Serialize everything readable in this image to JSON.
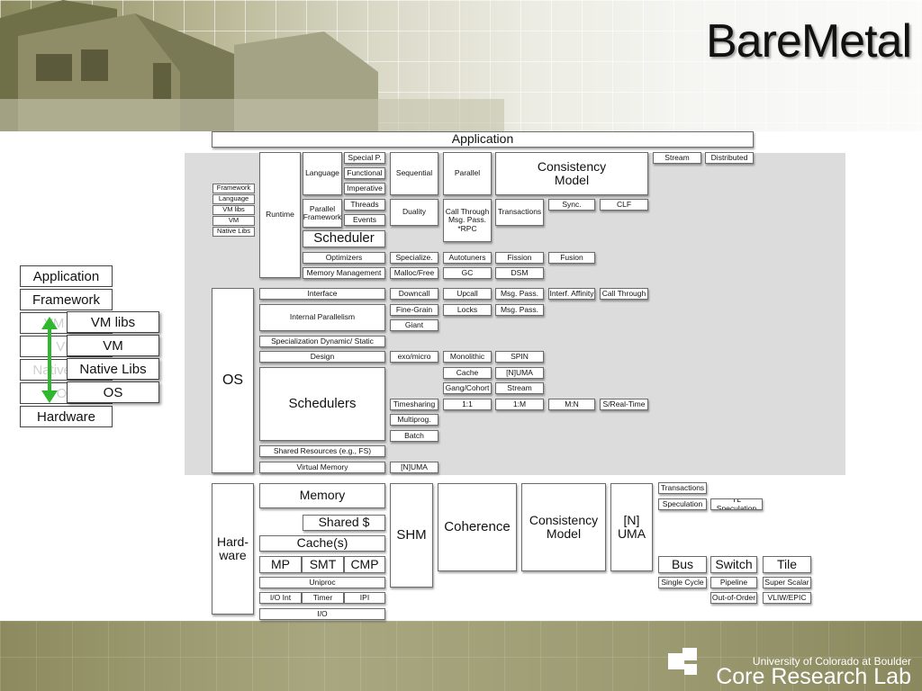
{
  "title": "BareMetal",
  "footer": {
    "university": "University of Colorado at Boulder",
    "lab": "Core Research Lab"
  },
  "application_bar": "Application",
  "runtime": {
    "label": "Runtime",
    "left_list": [
      "Framework",
      "Language",
      "VM libs",
      "VM",
      "Native Libs"
    ],
    "language": "Language",
    "special_p": "Special P.",
    "functional": "Functional",
    "imperative": "Imperative",
    "parallel_framework": "Parallel\nFramework",
    "threads": "Threads",
    "events": "Events",
    "scheduler": "Scheduler",
    "optimizers": "Optimizers",
    "memory_management": "Memory Management",
    "sequential": "Sequential",
    "parallel": "Parallel",
    "consistency_model": "Consistency\nModel",
    "duality": "Duality",
    "call_through": "Call Through\nMsg. Pass.\n*RPC",
    "transactions": "Transactions",
    "sync": "Sync.",
    "clf": "CLF",
    "stream": "Stream",
    "distributed": "Distributed",
    "specialize": "Specialize.",
    "autotuners": "Autotuners",
    "fission": "Fission",
    "fusion": "Fusion",
    "malloc_free": "Malloc/Free",
    "gc": "GC",
    "dsm": "DSM"
  },
  "os": {
    "label": "OS",
    "interface": "Interface",
    "internal_parallelism": "Internal Parallelism",
    "specialization": "Specialization Dynamic/ Static",
    "design": "Design",
    "schedulers": "Schedulers",
    "shared_resources": "Shared Resources (e.g., FS)",
    "virtual_memory": "Virtual Memory",
    "downcall": "Downcall",
    "upcall": "Upcall",
    "msg_pass_1": "Msg. Pass.",
    "interf_affinity": "Interf. Affinity",
    "call_through": "Call Through",
    "fine_grain": "Fine-Grain",
    "locks": "Locks",
    "msg_pass_2": "Msg. Pass.",
    "giant": "Giant",
    "exo_micro": "exo/micro",
    "monolithic": "Monolithic",
    "spin": "SPIN",
    "cache": "Cache",
    "numa": "[N]UMA",
    "gang_cohort": "Gang/Cohort",
    "stream": "Stream",
    "timesharing": "Timesharing",
    "one_one": "1:1",
    "one_m": "1:M",
    "m_n": "M:N",
    "s_realtime": "S/Real-Time",
    "multiprog": "Multiprog.",
    "batch": "Batch",
    "numa_vm": "[N]UMA"
  },
  "hardware": {
    "label": "Hard-\nware",
    "memory": "Memory",
    "shared_cache": "Shared $",
    "caches": "Cache(s)",
    "mp": "MP",
    "smt": "SMT",
    "cmp": "CMP",
    "uniproc": "Uniproc",
    "io_int": "I/O Int",
    "timer": "Timer",
    "ipi": "IPI",
    "io": "I/O",
    "shm": "SHM",
    "coherence": "Coherence",
    "consistency_model": "Consistency\nModel",
    "numa": "[N]\nUMA",
    "transactions": "Transactions",
    "speculation": "Speculation",
    "tl_speculation": "TL Speculation",
    "bus": "Bus",
    "switch": "Switch",
    "tile": "Tile",
    "single_cycle": "Single Cycle",
    "pipeline": "Pipeline",
    "super_scalar": "Super Scalar",
    "out_of_order": "Out-of-Order",
    "vliw_epic": "VLIW/EPIC"
  },
  "stack": {
    "application": "Application",
    "framework": "Framework",
    "vm_libs": "VM libs",
    "vm": "VM",
    "native_libs": "Native Libs",
    "os": "OS",
    "hardware": "Hardware",
    "ghost_vm_libs": "VM libs",
    "ghost_vm": "VM",
    "ghost_native_libs": "Native Libs",
    "ghost_os": "OS"
  },
  "colors": {
    "arrow": "#2fb82f",
    "panel": "#dcdcdc"
  }
}
